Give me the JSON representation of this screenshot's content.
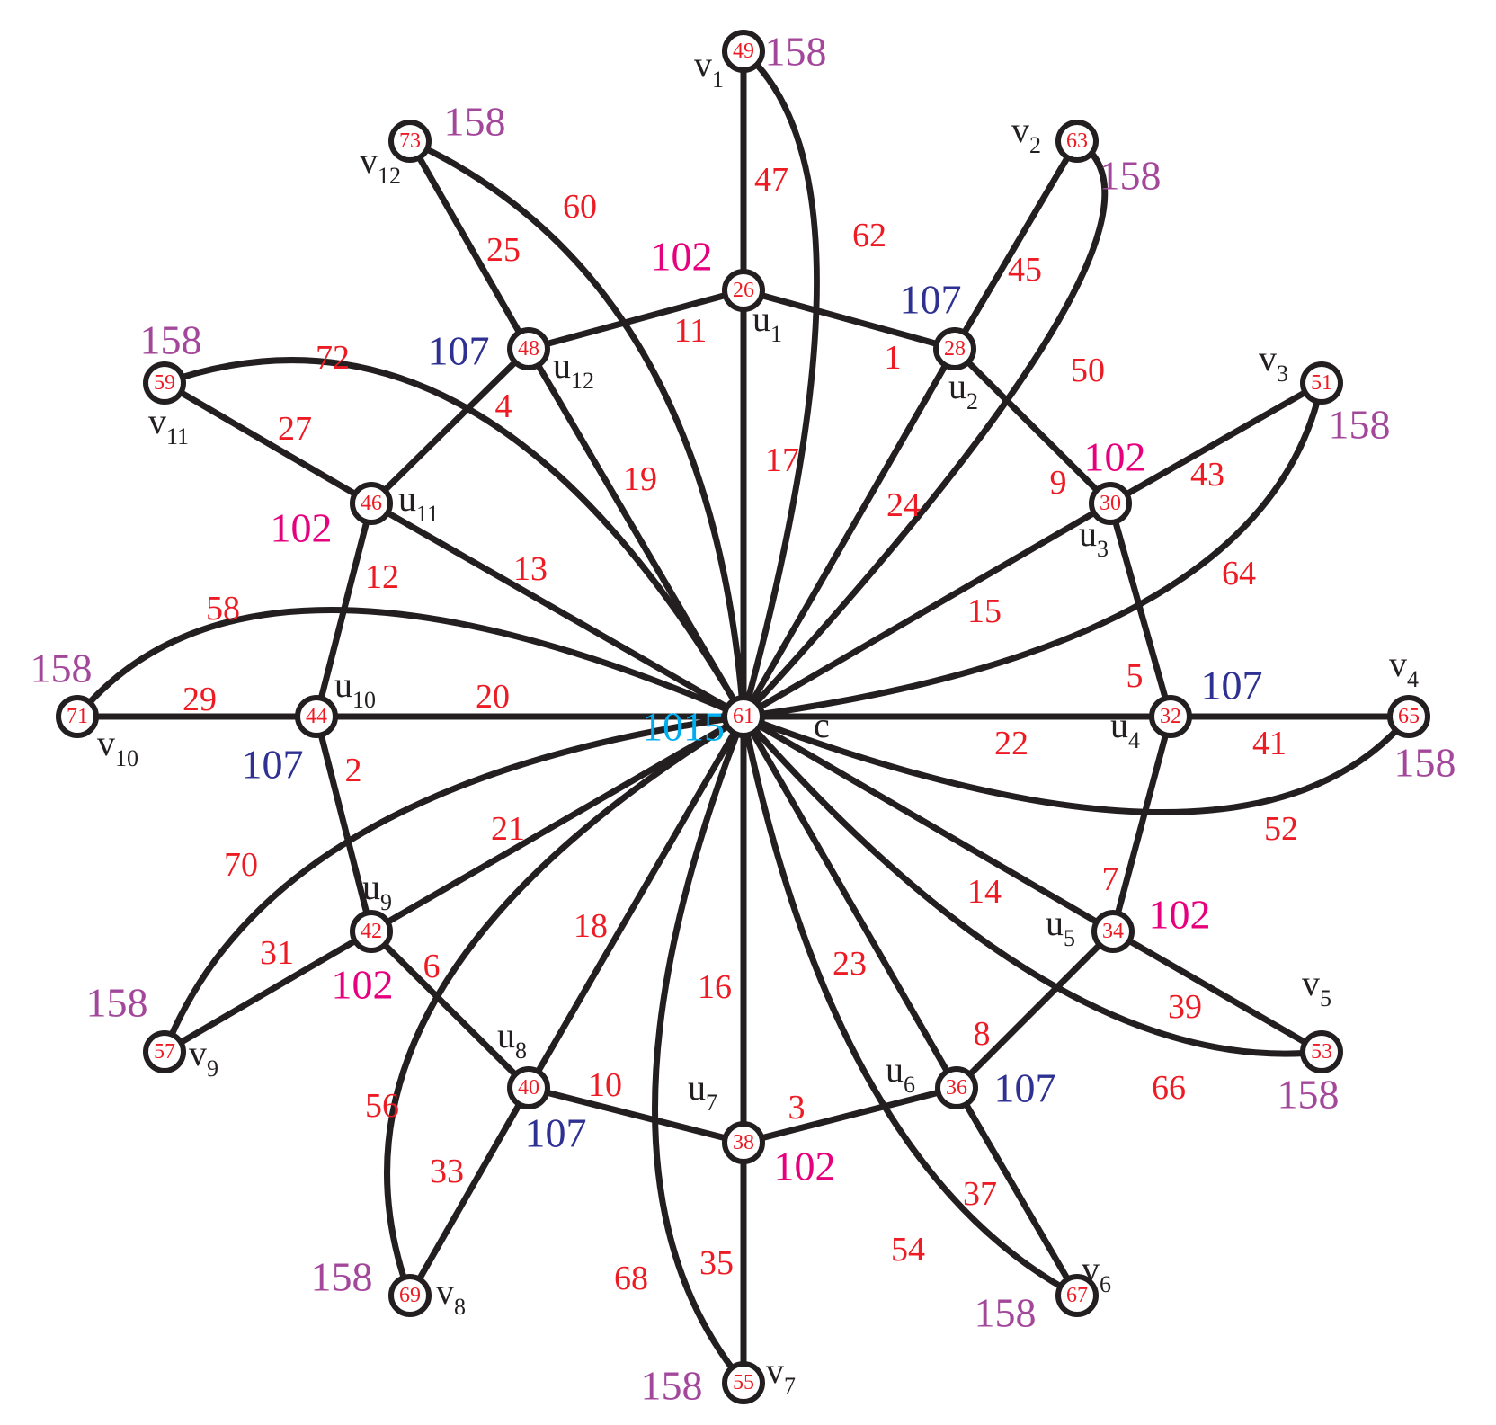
{
  "colors": {
    "edge": "#231f20",
    "vertex_label": "#ed1c24",
    "edge_label": "#ed1c24",
    "sum_v": "#a3479b",
    "sum_102": "#e6007e",
    "sum_107": "#2e3192",
    "sum_center": "#00aeef"
  },
  "vertices": [
    {
      "id": "c",
      "name": "c",
      "sub": "",
      "label": "61",
      "sum": "1015",
      "sum_color": "sum_center"
    },
    {
      "id": "u1",
      "name": "u",
      "sub": "1",
      "label": "26",
      "sum": "102",
      "sum_color": "sum_102"
    },
    {
      "id": "u2",
      "name": "u",
      "sub": "2",
      "label": "28",
      "sum": "107",
      "sum_color": "sum_107"
    },
    {
      "id": "u3",
      "name": "u",
      "sub": "3",
      "label": "30",
      "sum": "102",
      "sum_color": "sum_102"
    },
    {
      "id": "u4",
      "name": "u",
      "sub": "4",
      "label": "32",
      "sum": "107",
      "sum_color": "sum_107"
    },
    {
      "id": "u5",
      "name": "u",
      "sub": "5",
      "label": "34",
      "sum": "102",
      "sum_color": "sum_102"
    },
    {
      "id": "u6",
      "name": "u",
      "sub": "6",
      "label": "36",
      "sum": "107",
      "sum_color": "sum_107"
    },
    {
      "id": "u7",
      "name": "u",
      "sub": "7",
      "label": "38",
      "sum": "102",
      "sum_color": "sum_102"
    },
    {
      "id": "u8",
      "name": "u",
      "sub": "8",
      "label": "40",
      "sum": "107",
      "sum_color": "sum_107"
    },
    {
      "id": "u9",
      "name": "u",
      "sub": "9",
      "label": "42",
      "sum": "102",
      "sum_color": "sum_102"
    },
    {
      "id": "u10",
      "name": "u",
      "sub": "10",
      "label": "44",
      "sum": "107",
      "sum_color": "sum_107"
    },
    {
      "id": "u11",
      "name": "u",
      "sub": "11",
      "label": "46",
      "sum": "102",
      "sum_color": "sum_102"
    },
    {
      "id": "u12",
      "name": "u",
      "sub": "12",
      "label": "48",
      "sum": "107",
      "sum_color": "sum_107"
    },
    {
      "id": "v1",
      "name": "v",
      "sub": "1",
      "label": "49",
      "sum": "158",
      "sum_color": "sum_v"
    },
    {
      "id": "v2",
      "name": "v",
      "sub": "2",
      "label": "63",
      "sum": "158",
      "sum_color": "sum_v"
    },
    {
      "id": "v3",
      "name": "v",
      "sub": "3",
      "label": "51",
      "sum": "158",
      "sum_color": "sum_v"
    },
    {
      "id": "v4",
      "name": "v",
      "sub": "4",
      "label": "65",
      "sum": "158",
      "sum_color": "sum_v"
    },
    {
      "id": "v5",
      "name": "v",
      "sub": "5",
      "label": "53",
      "sum": "158",
      "sum_color": "sum_v"
    },
    {
      "id": "v6",
      "name": "v",
      "sub": "6",
      "label": "67",
      "sum": "158",
      "sum_color": "sum_v"
    },
    {
      "id": "v7",
      "name": "v",
      "sub": "7",
      "label": "55",
      "sum": "158",
      "sum_color": "sum_v"
    },
    {
      "id": "v8",
      "name": "v",
      "sub": "8",
      "label": "69",
      "sum": "158",
      "sum_color": "sum_v"
    },
    {
      "id": "v9",
      "name": "v",
      "sub": "9",
      "label": "57",
      "sum": "158",
      "sum_color": "sum_v"
    },
    {
      "id": "v10",
      "name": "v",
      "sub": "10",
      "label": "71",
      "sum": "158",
      "sum_color": "sum_v"
    },
    {
      "id": "v11",
      "name": "v",
      "sub": "11",
      "label": "59",
      "sum": "158",
      "sum_color": "sum_v"
    },
    {
      "id": "v12",
      "name": "v",
      "sub": "12",
      "label": "73",
      "sum": "158",
      "sum_color": "sum_v"
    }
  ],
  "edges": [
    {
      "from": "u1",
      "to": "u2",
      "label": "1"
    },
    {
      "from": "u2",
      "to": "u3",
      "label": "9"
    },
    {
      "from": "u3",
      "to": "u4",
      "label": "5"
    },
    {
      "from": "u4",
      "to": "u5",
      "label": "7"
    },
    {
      "from": "u5",
      "to": "u6",
      "label": "8"
    },
    {
      "from": "u6",
      "to": "u7",
      "label": "3"
    },
    {
      "from": "u7",
      "to": "u8",
      "label": "10"
    },
    {
      "from": "u8",
      "to": "u9",
      "label": "6"
    },
    {
      "from": "u9",
      "to": "u10",
      "label": "2"
    },
    {
      "from": "u10",
      "to": "u11",
      "label": "12"
    },
    {
      "from": "u11",
      "to": "u12",
      "label": "4"
    },
    {
      "from": "u12",
      "to": "u1",
      "label": "11"
    },
    {
      "from": "c",
      "to": "u1",
      "label": "17"
    },
    {
      "from": "c",
      "to": "u2",
      "label": "24"
    },
    {
      "from": "c",
      "to": "u3",
      "label": "15"
    },
    {
      "from": "c",
      "to": "u4",
      "label": "22"
    },
    {
      "from": "c",
      "to": "u5",
      "label": "14"
    },
    {
      "from": "c",
      "to": "u6",
      "label": "23"
    },
    {
      "from": "c",
      "to": "u7",
      "label": "16"
    },
    {
      "from": "c",
      "to": "u8",
      "label": "18"
    },
    {
      "from": "c",
      "to": "u9",
      "label": "21"
    },
    {
      "from": "c",
      "to": "u10",
      "label": "20"
    },
    {
      "from": "c",
      "to": "u11",
      "label": "13"
    },
    {
      "from": "c",
      "to": "u12",
      "label": "19"
    },
    {
      "from": "u1",
      "to": "v1",
      "label": "47"
    },
    {
      "from": "u2",
      "to": "v2",
      "label": "45"
    },
    {
      "from": "u3",
      "to": "v3",
      "label": "43"
    },
    {
      "from": "u4",
      "to": "v4",
      "label": "41"
    },
    {
      "from": "u5",
      "to": "v5",
      "label": "39"
    },
    {
      "from": "u6",
      "to": "v6",
      "label": "37"
    },
    {
      "from": "u7",
      "to": "v7",
      "label": "35"
    },
    {
      "from": "u8",
      "to": "v8",
      "label": "33"
    },
    {
      "from": "u9",
      "to": "v9",
      "label": "31"
    },
    {
      "from": "u10",
      "to": "v10",
      "label": "29"
    },
    {
      "from": "u11",
      "to": "v11",
      "label": "27"
    },
    {
      "from": "u12",
      "to": "v12",
      "label": "25"
    },
    {
      "from": "c",
      "to": "v1",
      "label": "62"
    },
    {
      "from": "c",
      "to": "v2",
      "label": "50"
    },
    {
      "from": "c",
      "to": "v3",
      "label": "64"
    },
    {
      "from": "c",
      "to": "v4",
      "label": "52"
    },
    {
      "from": "c",
      "to": "v5",
      "label": "66"
    },
    {
      "from": "c",
      "to": "v6",
      "label": "54"
    },
    {
      "from": "c",
      "to": "v7",
      "label": "68"
    },
    {
      "from": "c",
      "to": "v8",
      "label": "56"
    },
    {
      "from": "c",
      "to": "v9",
      "label": "70"
    },
    {
      "from": "c",
      "to": "v10",
      "label": "58"
    },
    {
      "from": "c",
      "to": "v11",
      "label": "72"
    },
    {
      "from": "c",
      "to": "v12",
      "label": "60"
    }
  ]
}
